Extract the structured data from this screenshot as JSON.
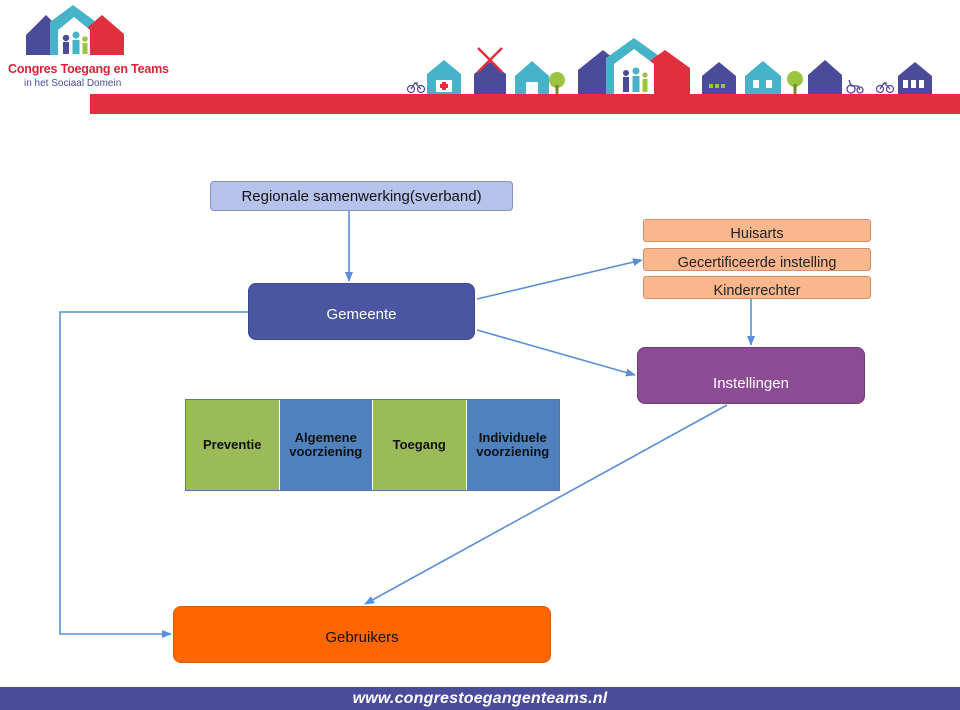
{
  "header": {
    "logo_line1": "Congres Toegang en Teams",
    "logo_line2": "in het Sociaal Domein",
    "brand_colors": {
      "red": "#e0303f",
      "purple": "#4a4c9a",
      "blue": "#46b3c8",
      "green": "#9bc43f"
    },
    "icons": [
      "houses-logo-icon",
      "bicycle-icon",
      "medical-house-icon",
      "windmill-icon",
      "playground-house-icon",
      "tree-icon",
      "family-house-icon",
      "school-house-icon",
      "shop-house-icon",
      "wheelchair-icon"
    ]
  },
  "diagram": {
    "regional": "Regionale samenwerking(sverband)",
    "gemeente": "Gemeente",
    "referrers": [
      "Huisarts",
      "Gecertificeerde instelling",
      "Kinderrechter"
    ],
    "instellingen": "Instellingen",
    "strip": [
      {
        "label": "Preventie",
        "color": "#9bbb59"
      },
      {
        "label": "Algemene voorziening",
        "color": "#4f81bd"
      },
      {
        "label": "Toegang",
        "color": "#9bbb59"
      },
      {
        "label": "Individuele voorziening",
        "color": "#4f81bd"
      }
    ],
    "gebruikers": "Gebruikers",
    "box_colors": {
      "regional": "#b8c3ec",
      "gemeente": "#4a56a0",
      "referrers": "#f8b78e",
      "instellingen": "#8e4b95",
      "gebruikers": "#ff6600",
      "arrow": "#5b8ed6"
    }
  },
  "footer": {
    "url": "www.congrestoegangenteams.nl"
  }
}
